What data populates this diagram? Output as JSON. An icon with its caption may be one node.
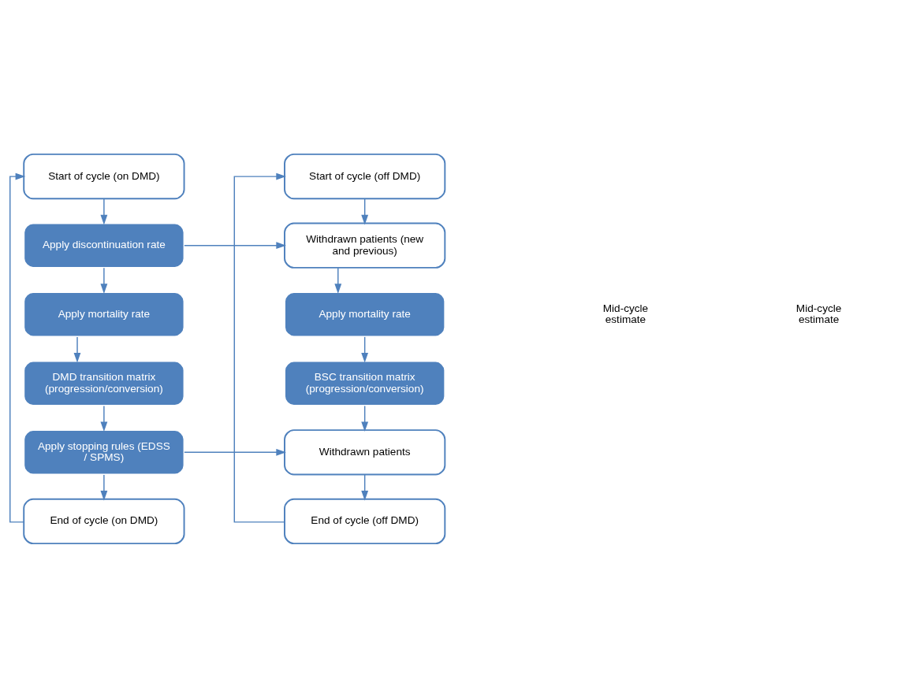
{
  "diagram": {
    "nodes": [
      {
        "text": [
          "Start of cycle (on DMD)"
        ]
      },
      {
        "text": [
          "Apply discontinuation rate"
        ]
      },
      {
        "text": [
          "Apply mortality rate"
        ]
      },
      {
        "text": [
          "DMD transition matrix (progression/conversion)"
        ]
      },
      {
        "text": [
          "Apply stopping rules (EDSS / SPMS)"
        ]
      },
      {
        "text": [
          "End of cycle (on DMD)"
        ]
      },
      {
        "text": [
          "Start of cycle (off DMD)"
        ]
      },
      {
        "text": [
          "Withdrawn patients (new and previous)"
        ]
      },
      {
        "text": [
          "Apply mortality rate"
        ]
      },
      {
        "text": [
          "BSC transition matrix (progression/conversion)"
        ]
      },
      {
        "text": [
          "Withdrawn patients"
        ]
      },
      {
        "text": [
          "End of cycle (off DMD)"
        ]
      }
    ],
    "edges": [
      {
        "from": 0,
        "to": 1,
        "arrow": "to"
      },
      {
        "from": 1,
        "to": 7,
        "arrow": "to"
      },
      {
        "from": 1,
        "to": 2,
        "arrow": "to"
      },
      {
        "from": 2,
        "to": 3,
        "arrow": "to"
      },
      {
        "from": 3,
        "to": 4,
        "arrow": "to"
      },
      {
        "from": 4,
        "to": 10,
        "arrow": "to"
      },
      {
        "from": 4,
        "to": 5,
        "arrow": "to"
      },
      {
        "from": 5,
        "to": 0,
        "arrow": "to"
      },
      {
        "from": 6,
        "to": 7,
        "arrow": "to"
      },
      {
        "from": 7,
        "to": 8,
        "arrow": "to"
      },
      {
        "from": 8,
        "to": 9,
        "arrow": "to"
      },
      {
        "from": 9,
        "to": 10,
        "arrow": "to"
      },
      {
        "from": 10,
        "to": 11,
        "arrow": "to"
      },
      {
        "from": 11,
        "to": 6,
        "arrow": "to"
      }
    ],
    "labels": [
      "Mid-cycle estimate",
      "Mid-cycle estimate"
    ]
  }
}
